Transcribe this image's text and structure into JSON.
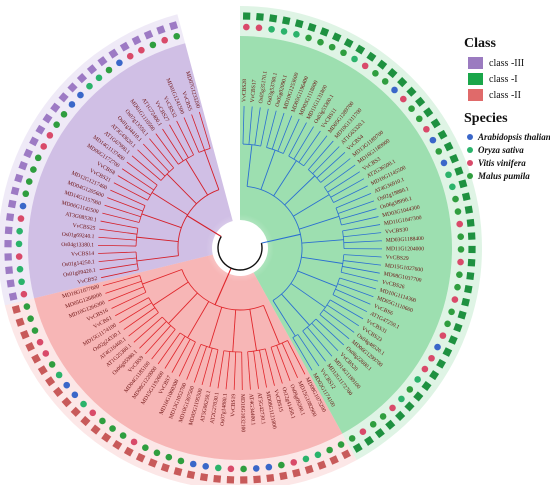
{
  "legend": {
    "class_title": "Class",
    "classes": [
      {
        "label": "class -III",
        "color": "#9b7bc0"
      },
      {
        "label": "class -I",
        "color": "#1aa64a"
      },
      {
        "label": "class -II",
        "color": "#e06a6a"
      }
    ],
    "species_title": "Species",
    "species": [
      {
        "label": "Arabidopsis thaliana",
        "color": "#3a67c9"
      },
      {
        "label": "Oryza sativa",
        "color": "#2bb36b"
      },
      {
        "label": "Vitis vinifera",
        "color": "#d94a6a"
      },
      {
        "label": "Malus pumila",
        "color": "#2f9e3f"
      }
    ]
  },
  "sectors": [
    {
      "class": "class -I",
      "fill": "#4cc46f",
      "branch_color": "#2b6fd1",
      "square_color": "#1e9140",
      "leaves": [
        {
          "label": "VvCBS28",
          "species": 2
        },
        {
          "label": "VvCBS17",
          "species": 2
        },
        {
          "label": "Os05g35170.1",
          "species": 1
        },
        {
          "label": "Os03g53780.1",
          "species": 1
        },
        {
          "label": "Os05g02090.1",
          "species": 1
        },
        {
          "label": "MD10G1253600",
          "species": 3
        },
        {
          "label": "MD05G1196400",
          "species": 3
        },
        {
          "label": "MD03G1118800",
          "species": 3
        },
        {
          "label": "MD11G1131800",
          "species": 3
        },
        {
          "label": "Os03g53300.1",
          "species": 1
        },
        {
          "label": "VvCBS11",
          "species": 2
        },
        {
          "label": "MD05G1289700",
          "species": 3
        },
        {
          "label": "MD10G1311700",
          "species": 3
        },
        {
          "label": "AT1G65320.1",
          "species": 0
        },
        {
          "label": "VvCBS4",
          "species": 2
        },
        {
          "label": "MD13G1189700",
          "species": 3
        },
        {
          "label": "MD16G1189900",
          "species": 3
        },
        {
          "label": "VvCBS3",
          "species": 2
        },
        {
          "label": "AT2G36500.1",
          "species": 0
        },
        {
          "label": "MD16G1145500",
          "species": 3
        },
        {
          "label": "AT4G36910.1",
          "species": 0
        },
        {
          "label": "Os02g19880.1",
          "species": 1
        },
        {
          "label": "Os06g38990.1",
          "species": 1
        },
        {
          "label": "MD03G1044300",
          "species": 3
        },
        {
          "label": "MD11G1047300",
          "species": 3
        },
        {
          "label": "VvCBS30",
          "species": 2
        },
        {
          "label": "MD03G1188400",
          "species": 3
        },
        {
          "label": "MD11G1204000",
          "species": 3
        },
        {
          "label": "VvCBS29",
          "species": 2
        },
        {
          "label": "MD15G1027600",
          "species": 3
        },
        {
          "label": "MD08G1037700",
          "species": 3
        },
        {
          "label": "VvCBS26",
          "species": 2
        },
        {
          "label": "MD10G1114300",
          "species": 3
        },
        {
          "label": "MD05G1110600",
          "species": 3
        },
        {
          "label": "VvCBS6",
          "species": 2
        },
        {
          "label": "AT1G47250.1",
          "species": 0
        },
        {
          "label": "VvCBS31",
          "species": 2
        },
        {
          "label": "VvCBS23",
          "species": 2
        },
        {
          "label": "Os04g48520.1",
          "species": 1
        },
        {
          "label": "MD06G1299700",
          "species": 3
        },
        {
          "label": "Os08g22680.1",
          "species": 1
        },
        {
          "label": "VvCBS20",
          "species": 2
        },
        {
          "label": "MD14G1189100",
          "species": 3
        },
        {
          "label": "MD12G1172700",
          "species": 3
        },
        {
          "label": "VvCBS12",
          "species": 2
        },
        {
          "label": "MD02G1174100",
          "species": 3
        }
      ]
    },
    {
      "class": "class -II",
      "fill": "#f07a7a",
      "branch_color": "#e0262b",
      "square_color": "#c85a5a",
      "leaves": [
        {
          "label": "MD08G1075200",
          "species": 3
        },
        {
          "label": "MD15G1082900",
          "species": 3
        },
        {
          "label": "Os09g09200.1",
          "species": 1
        },
        {
          "label": "Os12g41450.1",
          "species": 1
        },
        {
          "label": "VvCBS15",
          "species": 2
        },
        {
          "label": "MD08G1121800",
          "species": 3
        },
        {
          "label": "AT5G42730.1",
          "species": 0
        },
        {
          "label": "AT4G34400.1",
          "species": 0
        },
        {
          "label": "MD16G1032100",
          "species": 3
        },
        {
          "label": "VvCBS19",
          "species": 2
        },
        {
          "label": "Os07g14880.1",
          "species": 1
        },
        {
          "label": "AT2G27030.1",
          "species": 0
        },
        {
          "label": "AT5G06250.1",
          "species": 0
        },
        {
          "label": "MD05G1195500",
          "species": 3
        },
        {
          "label": "MD10G1307500",
          "species": 3
        },
        {
          "label": "MD13G1052700",
          "species": 3
        },
        {
          "label": "MD16G1060300",
          "species": 3
        },
        {
          "label": "VvCBS7",
          "species": 2
        },
        {
          "label": "MD15G1192600",
          "species": 3
        },
        {
          "label": "MD08G1220000",
          "species": 3
        },
        {
          "label": "MD04G1185100",
          "species": 3
        },
        {
          "label": "VvCBS9",
          "species": 2
        },
        {
          "label": "Os06g05980.1",
          "species": 1
        },
        {
          "label": "AT1G25380.1",
          "species": 0
        },
        {
          "label": "AT4G16460.1",
          "species": 0
        },
        {
          "label": "Os02g24330.1",
          "species": 1
        },
        {
          "label": "MD15G1174100",
          "species": 3
        },
        {
          "label": "VvCBS1",
          "species": 2
        },
        {
          "label": "VvCBS16",
          "species": 2
        },
        {
          "label": "MD10G1266300",
          "species": 3
        },
        {
          "label": "MD05G1268000",
          "species": 3
        },
        {
          "label": "MD16G1077600",
          "species": 3
        }
      ]
    },
    {
      "class": "class -III",
      "fill": "#a98ad0",
      "branch_color": "#d4202a",
      "square_color": "#9d7ac4",
      "leaves": [
        {
          "label": "VvCBS2",
          "species": 2
        },
        {
          "label": "Os01g09420.1",
          "species": 1
        },
        {
          "label": "Os01g14250.1",
          "species": 1
        },
        {
          "label": "VvCBS14",
          "species": 2
        },
        {
          "label": "Os04g13380.1",
          "species": 1
        },
        {
          "label": "Os01g69240.1",
          "species": 1
        },
        {
          "label": "VvCBS25",
          "species": 2
        },
        {
          "label": "AT3G08530.1",
          "species": 0
        },
        {
          "label": "MD06G1142500",
          "species": 3
        },
        {
          "label": "MD14G1157900",
          "species": 3
        },
        {
          "label": "MD04G1205600",
          "species": 3
        },
        {
          "label": "MD12G1217400",
          "species": 3
        },
        {
          "label": "VvCBS21",
          "species": 2
        },
        {
          "label": "VvCBS8",
          "species": 2
        },
        {
          "label": "MD06G1172700",
          "species": 3
        },
        {
          "label": "MD14G1137400",
          "species": 3
        },
        {
          "label": "AT1G67990.1",
          "species": 0
        },
        {
          "label": "AT3G43620.1",
          "species": 0
        },
        {
          "label": "Os01g34410.1",
          "species": 1
        },
        {
          "label": "Os07g13550.1",
          "species": 1
        },
        {
          "label": "MD01G1110500",
          "species": 3
        },
        {
          "label": "AT1G72400.1",
          "species": 0
        },
        {
          "label": "VvCBS27",
          "species": 2
        },
        {
          "label": "VvCBS32",
          "species": 2
        },
        {
          "label": "MD01G1241500",
          "species": 3
        },
        {
          "label": "VvCBS5",
          "species": 2
        },
        {
          "label": "MD07G1233200",
          "species": 3
        }
      ]
    }
  ]
}
